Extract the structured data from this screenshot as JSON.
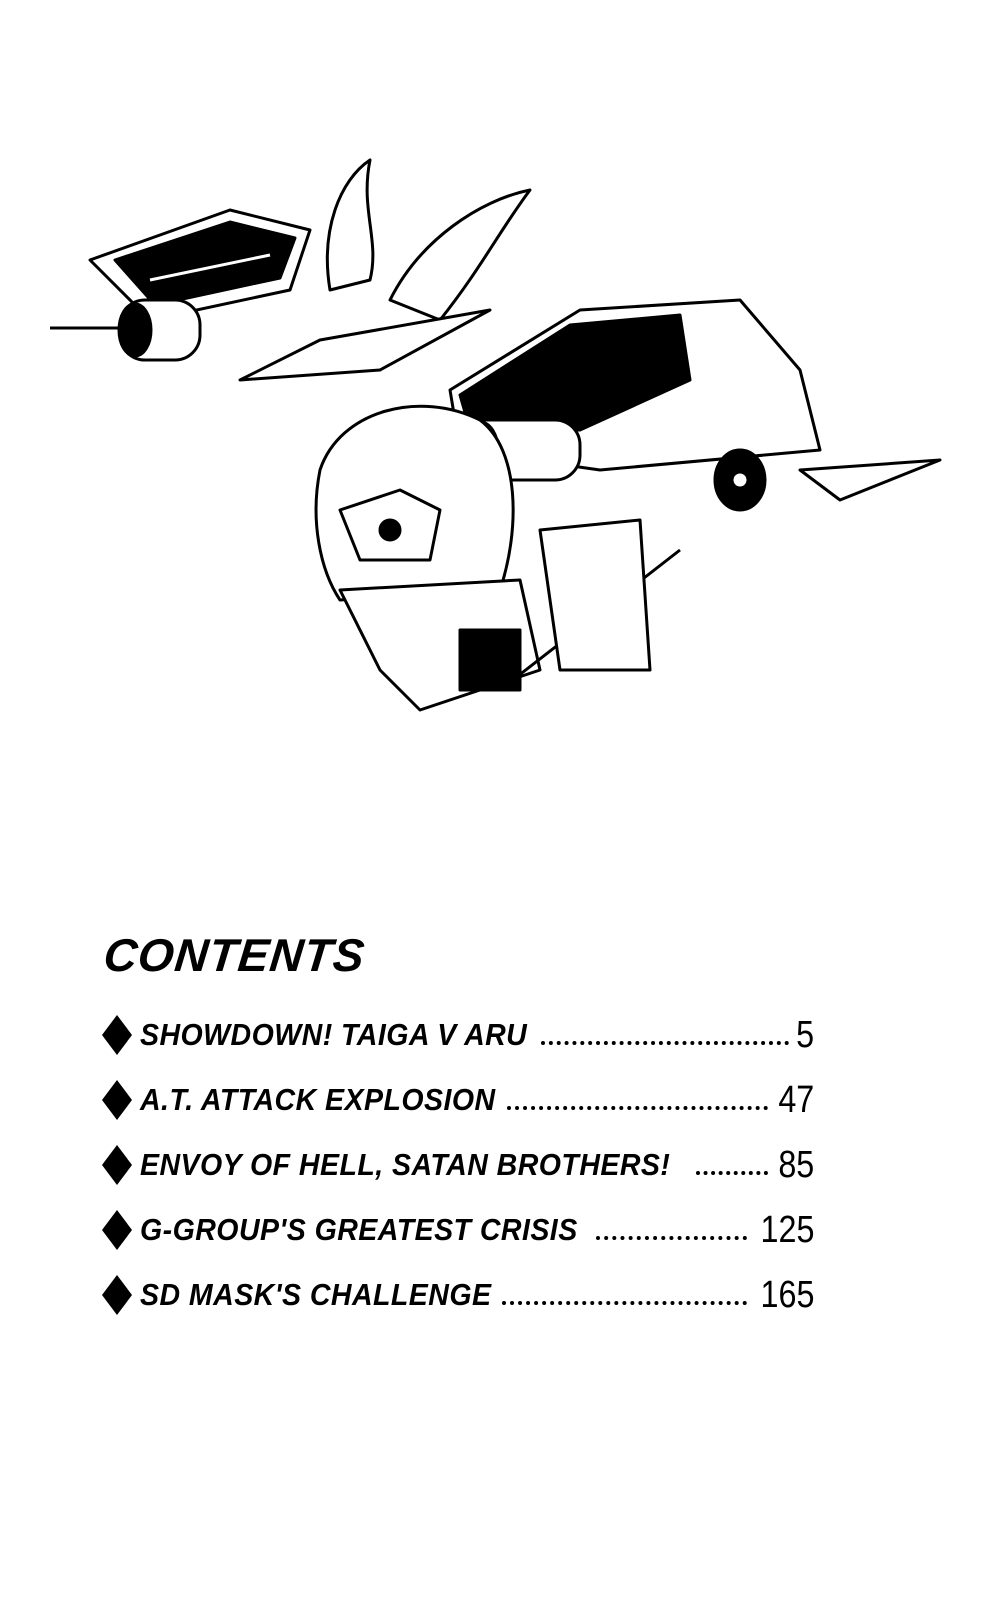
{
  "title": "CONTENTS",
  "entries": [
    {
      "label": "SHOWDOWN! TAIGA V ARU",
      "page": "5"
    },
    {
      "label": "A.T. ATTACK EXPLOSION",
      "page": "47"
    },
    {
      "label": "ENVOY OF HELL, SATAN BROTHERS!",
      "page": "85"
    },
    {
      "label": "G-GROUP'S GREATEST CRISIS",
      "page": "125"
    },
    {
      "label": "SD MASK'S CHALLENGE",
      "page": "165"
    }
  ],
  "icons": {
    "bullet": "diamond-icon"
  }
}
